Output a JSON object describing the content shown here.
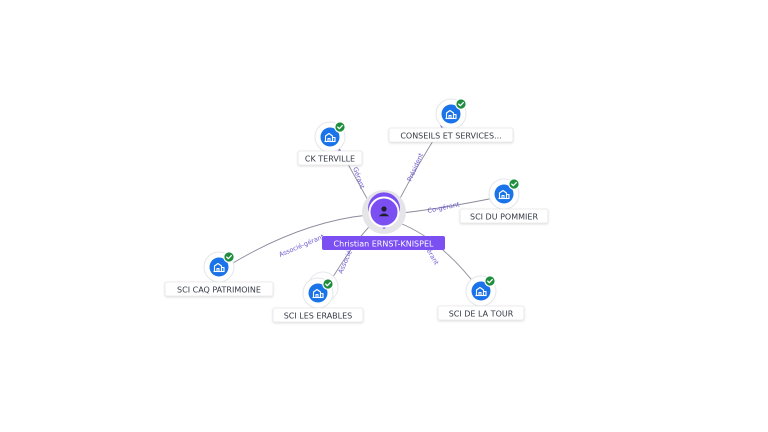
{
  "center": {
    "name": "Christian ERNST-KNISPEL",
    "icon": "person-icon",
    "color": "#7b4ff2"
  },
  "companies": [
    {
      "id": "ck-terville",
      "name": "CK TERVILLE",
      "role": "Gérant",
      "verified": true,
      "icon": "building-icon"
    },
    {
      "id": "conseils",
      "name": "CONSEILS ET SERVICES...",
      "role": "Président",
      "verified": true,
      "icon": "building-icon"
    },
    {
      "id": "sci-du-pommier",
      "name": "SCI DU POMMIER",
      "role": "Co-gérant",
      "verified": true,
      "icon": "building-icon"
    },
    {
      "id": "sci-de-la-tour",
      "name": "SCI DE LA TOUR",
      "role": "Gérant",
      "verified": true,
      "icon": "building-icon"
    },
    {
      "id": "sci-les-erables",
      "name": "SCI LES ERABLES",
      "role": "Associé",
      "verified": true,
      "icon": "building-icon"
    },
    {
      "id": "sci-caq",
      "name": "SCI CAQ PATRIMOINE",
      "role": "Associé-gérant",
      "verified": true,
      "icon": "building-icon"
    }
  ],
  "colors": {
    "company_node": "#1a73e8",
    "verified_badge": "#1e8e3e",
    "edge_label": "#6b5bd2"
  }
}
